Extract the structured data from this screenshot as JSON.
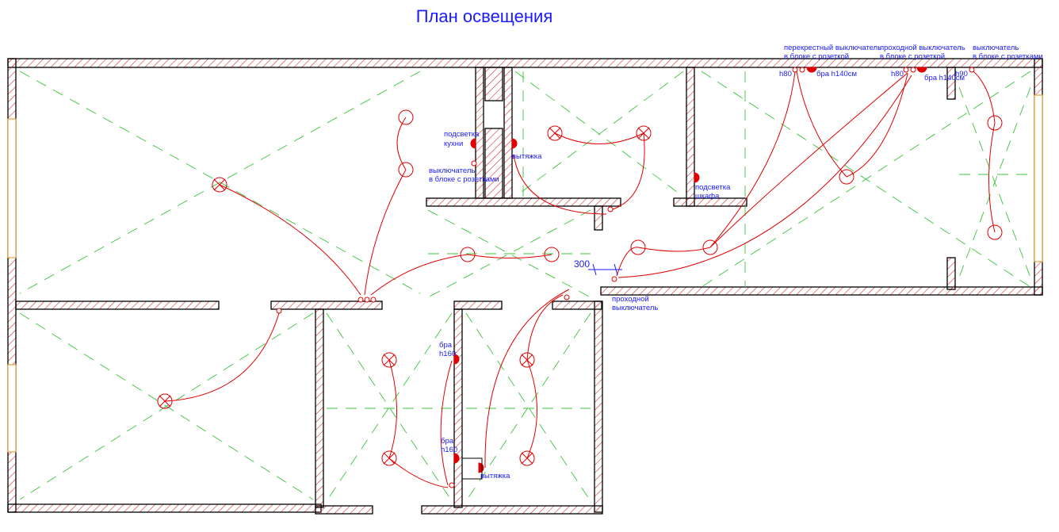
{
  "title": "План освещения",
  "colors": {
    "wall": "#000000",
    "hatch": "#d03030",
    "wire": "#e00000",
    "guide": "#3cc43c",
    "label": "#1a1aff",
    "window": "#e8a040"
  },
  "labels": {
    "kitchen_light_1": "подсветка",
    "kitchen_light_2": "кухни",
    "kitchen_switch_1": "выключатель",
    "kitchen_switch_2": "в блоке с розетками",
    "hood_top": "вытяжка",
    "wardrobe_light_1": "подсветка",
    "wardrobe_light_2": "шкафа",
    "cross_switch_1": "перекрестный выключатель",
    "cross_switch_2": "в блоке с розеткой",
    "pass_switch_1": "проходной выключатель",
    "pass_switch_2": "в блоке с розеткой",
    "switch_right_1": "выключатель",
    "switch_right_2": "в блоке с розетками",
    "h80_a": "h80",
    "sconce_a": "бра h140см",
    "h80_b": "h80",
    "sconce_b": "бра h140см",
    "h90": "h90",
    "pass_switch_bottom_1": "проходной",
    "pass_switch_bottom_2": "выключатель",
    "sconce_h160_a_1": "бра",
    "sconce_h160_a_2": "h160",
    "sconce_h160_b_1": "бра",
    "sconce_h160_b_2": "h160",
    "hood_bottom": "вытяжка",
    "dimension_300": "300"
  }
}
